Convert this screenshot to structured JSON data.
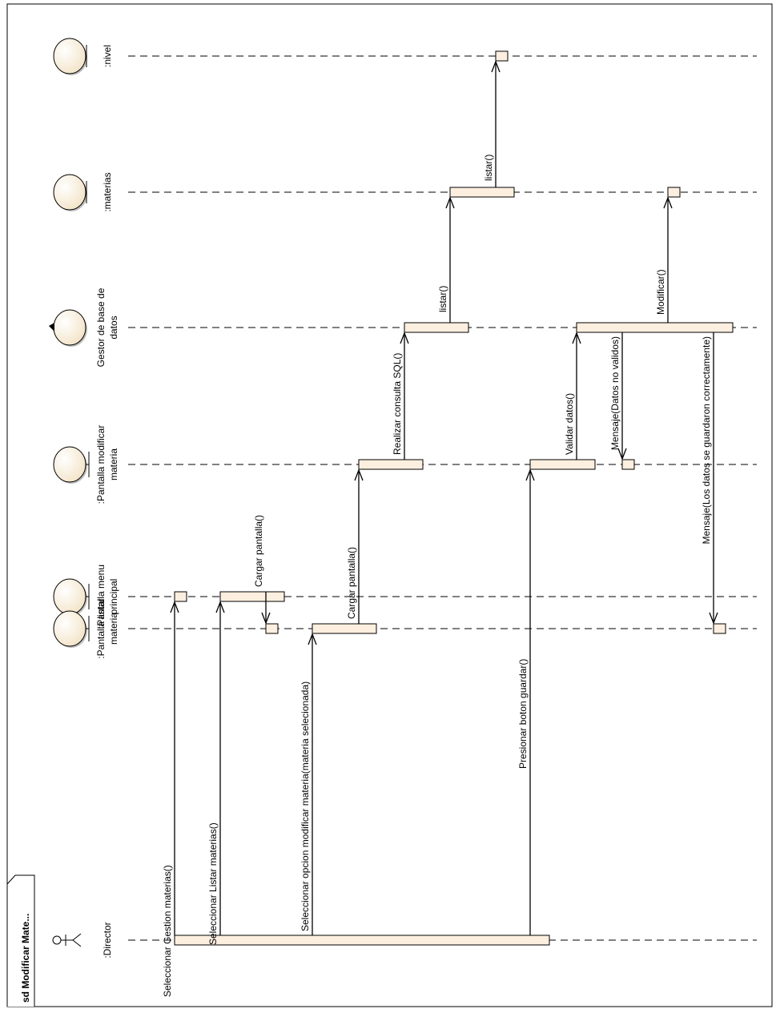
{
  "colors": {
    "activation_fill": "#fcefe0",
    "icon_fill": "#f8edd8",
    "icon_shadow": "#bdbdbd",
    "line": "#000000"
  },
  "frame": {
    "title": "sd Modificar Mate..."
  },
  "lifelines": [
    {
      "id": "director",
      "kind": "actor",
      "icon": "actor-icon",
      "lines": [
        ":Director"
      ]
    },
    {
      "id": "menu",
      "kind": "boundary",
      "icon": "boundary-icon",
      "lines": [
        ":Pantalla menu",
        "principal"
      ]
    },
    {
      "id": "listar",
      "kind": "boundary",
      "icon": "boundary-icon",
      "lines": [
        ":Pantalla listar",
        "materia"
      ]
    },
    {
      "id": "modificar",
      "kind": "boundary",
      "icon": "boundary-icon",
      "lines": [
        ":Pantalla modificar",
        "materia"
      ]
    },
    {
      "id": "gestor",
      "kind": "control",
      "icon": "control-icon",
      "lines": [
        "Gestor de base de",
        "datos"
      ]
    },
    {
      "id": "materias",
      "kind": "entity",
      "icon": "entity-icon",
      "lines": [
        ":materias"
      ]
    },
    {
      "id": "nivel",
      "kind": "entity",
      "icon": "entity-icon",
      "lines": [
        ":nivel"
      ]
    }
  ],
  "messages": [
    {
      "name": "msg-seleccionar-gestion",
      "label": "Seleccionar Gestion materias()",
      "from": "director",
      "to": "menu"
    },
    {
      "name": "msg-seleccionar-listar",
      "label": "Seleccionar Listar materias()",
      "from": "director",
      "to": "menu"
    },
    {
      "name": "msg-cargar-pantalla-listar",
      "label": "Cargar pantalla()",
      "from": "menu",
      "to": "listar"
    },
    {
      "name": "msg-seleccionar-opcion",
      "label": "Seleccionar opcion modificar materia(materia selecionada)",
      "from": "director",
      "to": "listar"
    },
    {
      "name": "msg-cargar-pantalla-modificar",
      "label": "Cargar pantalla()",
      "from": "listar",
      "to": "modificar"
    },
    {
      "name": "msg-realizar-consulta",
      "label": "Realizar consulta SQL()",
      "from": "modificar",
      "to": "gestor"
    },
    {
      "name": "msg-listar-materias",
      "label": "listar()",
      "from": "gestor",
      "to": "materias"
    },
    {
      "name": "msg-listar-nivel",
      "label": "listar()",
      "from": "materias",
      "to": "nivel"
    },
    {
      "name": "msg-presionar-guardar",
      "label": "Presionar boton guardar()",
      "from": "director",
      "to": "modificar"
    },
    {
      "name": "msg-validar-datos",
      "label": "Validar datos()",
      "from": "modificar",
      "to": "gestor"
    },
    {
      "name": "msg-modificar",
      "label": "Modificar()",
      "from": "gestor",
      "to": "materias"
    },
    {
      "name": "msg-mensaje-no-validos",
      "label": "Mensaje(Datos no validos)",
      "from": "gestor",
      "to": "modificar"
    },
    {
      "name": "msg-mensaje-guardado",
      "label": "Mensaje(Los datos se guardaron correctamente)",
      "from": "gestor",
      "to": "listar"
    }
  ]
}
